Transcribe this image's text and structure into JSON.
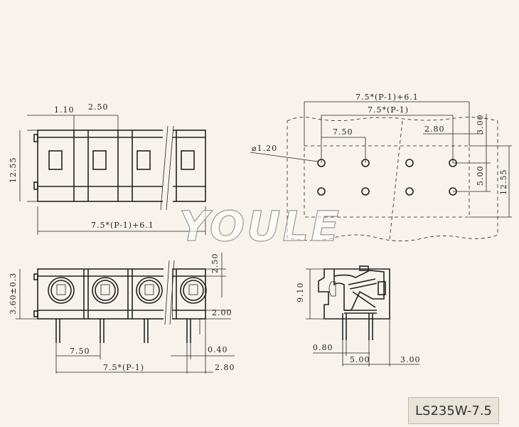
{
  "watermark": "YOULE",
  "model": "LS235W-7.5",
  "dimensions": {
    "d_1_10": "1.10",
    "d_2_50_top": "2.50",
    "d_12_55_left": "12.55",
    "d_overall_front": "7.5*(P-1)+6.1",
    "d_overall_pcb": "7.5*(P-1)+6.1",
    "d_pitch_pcb": "7.5*(P-1)",
    "d_7_50_pcb": "7.50",
    "d_2_80_pcb": "2.80",
    "d_3_00_pcb": "3.00",
    "d_hole": "⌀1.20",
    "d_5_00_pcb": "5.00",
    "d_12_55_pcb": "12.55",
    "d_2_50_side": "2.50",
    "d_3_60": "3.60±0.3",
    "d_2_00": "2.00",
    "d_0_40": "0.40",
    "d_7_50_bottom": "7.50",
    "d_pitch_bottom": "7.5*(P-1)",
    "d_2_80_bottom": "2.80",
    "d_9_10": "9.10",
    "d_0_80": "0.80",
    "d_5_00_section": "5.00",
    "d_3_00_section": "3.00"
  }
}
